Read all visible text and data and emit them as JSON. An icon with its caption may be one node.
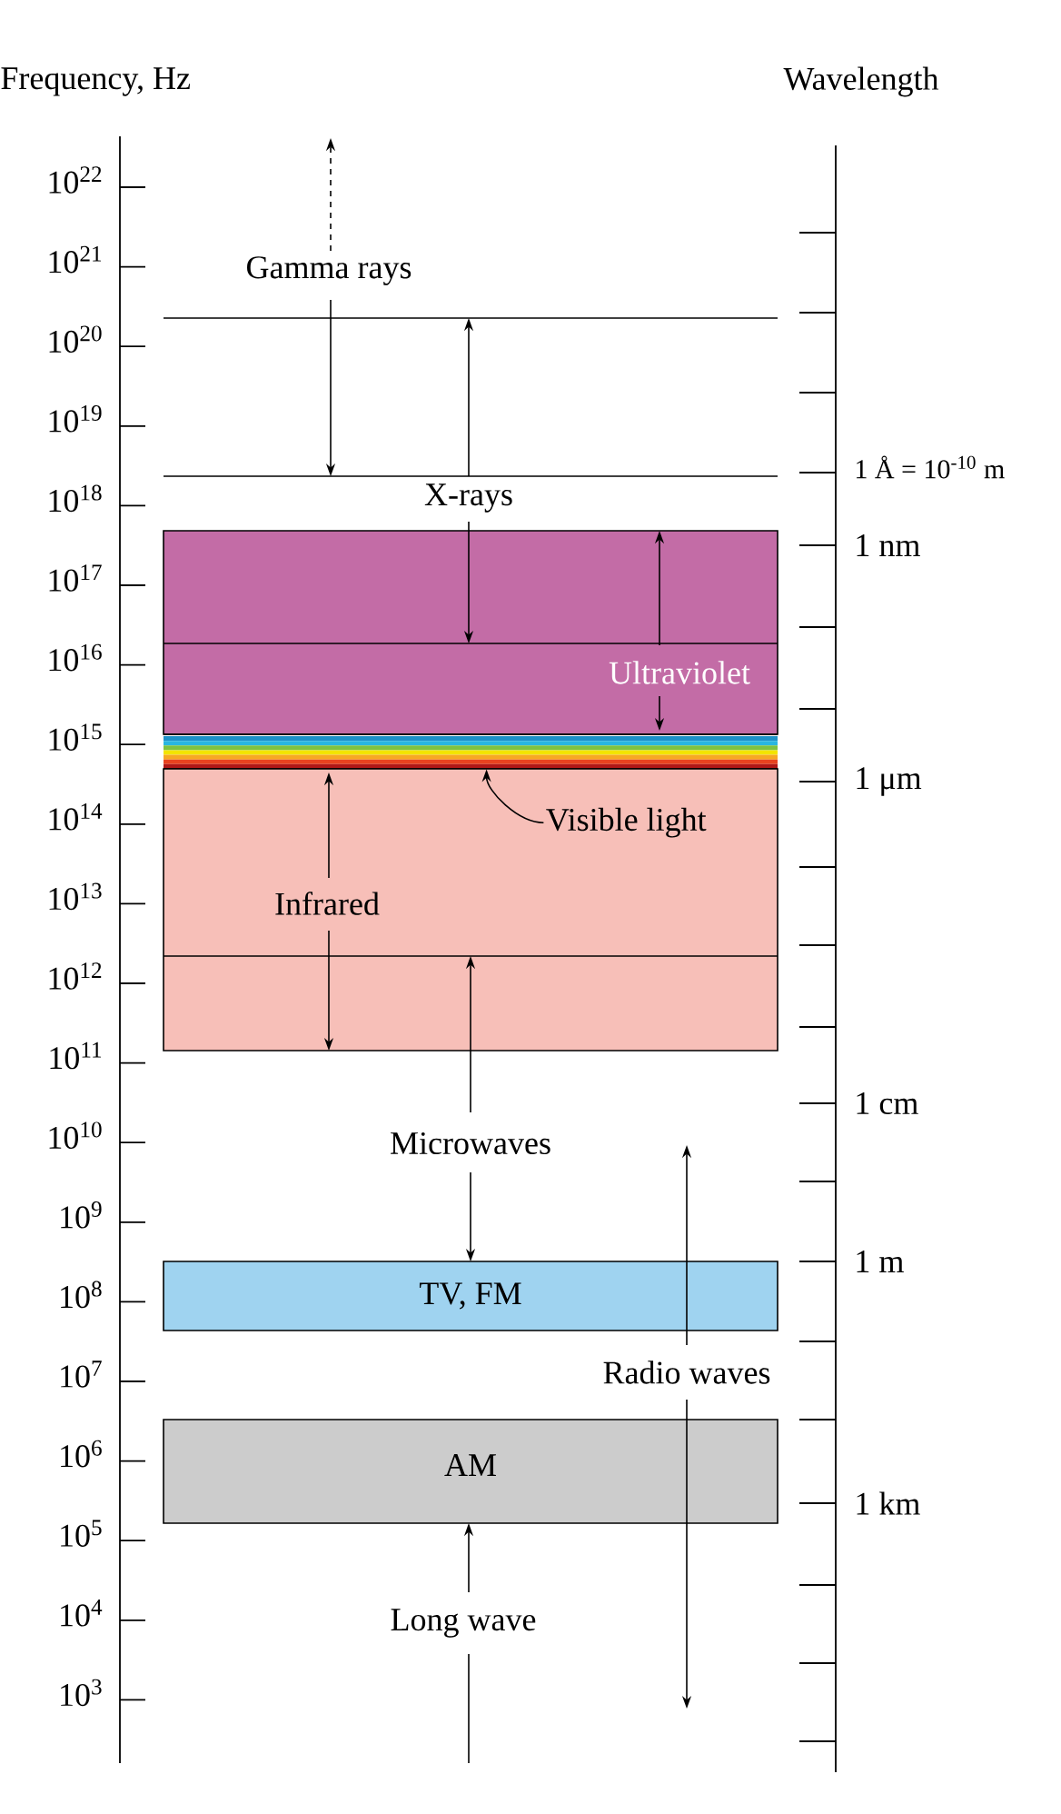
{
  "diagram": {
    "nodes": [
      {
        "text": [
          "Ultraviolet"
        ]
      },
      {
        "text": [],
        "shape": "bar"
      },
      {
        "text": [
          "Visible light"
        ],
        "in": 3
      },
      {
        "text": [
          "Infrared"
        ]
      },
      {
        "text": [
          "TV, FM"
        ]
      },
      {
        "text": [
          "AM"
        ]
      }
    ],
    "edges": [
      {
        "from": 2,
        "to": 1,
        "arrow": "to"
      }
    ],
    "labels": [
      "Frequency, Hz",
      "Wavelength",
      "10$^{22}$",
      "10$^{21}$",
      "10$^{20}$",
      "10$^{19}$",
      "10$^{18}$",
      "10$^{17}$",
      "10$^{16}$",
      "10$^{15}$",
      "10$^{14}$",
      "10$^{13}$",
      "10$^{12}$",
      "10$^{11}$",
      "10$^{10}$",
      "10$^{9}$",
      "10$^{8}$",
      "10$^{7}$",
      "10$^{6}$",
      "10$^{5}$",
      "10$^{4}$",
      "10$^{3}$",
      "Gamma rays",
      "X-rays",
      "Microwaves",
      "Radio waves",
      "Long wave",
      "1 Å = 10$^{-10}$ m",
      "1 nm",
      "1 μm",
      "1 cm",
      "1 m",
      "1 km"
    ]
  }
}
